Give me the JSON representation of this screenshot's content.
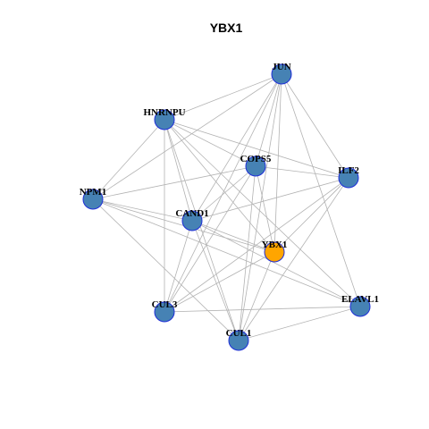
{
  "title": "YBX1",
  "colors": {
    "default_node_fill": "#4682b4",
    "focus_node_fill": "#ffa500",
    "node_border": "#1f2fd8",
    "edge": "#b3b3b3"
  },
  "nodes": [
    {
      "id": "JUN",
      "label": "JUN",
      "focus": false
    },
    {
      "id": "HNRNPU",
      "label": "HNRNPU",
      "focus": false
    },
    {
      "id": "COPS5",
      "label": "COPS5",
      "focus": false
    },
    {
      "id": "ILF2",
      "label": "ILF2",
      "focus": false
    },
    {
      "id": "NPM1",
      "label": "NPM1",
      "focus": false
    },
    {
      "id": "CAND1",
      "label": "CAND1",
      "focus": false
    },
    {
      "id": "YBX1",
      "label": "YBX1",
      "focus": true
    },
    {
      "id": "ELAVL1",
      "label": "ELAVL1",
      "focus": false
    },
    {
      "id": "CUL3",
      "label": "CUL3",
      "focus": false
    },
    {
      "id": "CUL1",
      "label": "CUL1",
      "focus": false
    }
  ],
  "edges": [
    [
      "JUN",
      "HNRNPU"
    ],
    [
      "JUN",
      "COPS5"
    ],
    [
      "JUN",
      "ILF2"
    ],
    [
      "JUN",
      "NPM1"
    ],
    [
      "JUN",
      "CAND1"
    ],
    [
      "JUN",
      "YBX1"
    ],
    [
      "JUN",
      "ELAVL1"
    ],
    [
      "JUN",
      "CUL3"
    ],
    [
      "JUN",
      "CUL1"
    ],
    [
      "HNRNPU",
      "COPS5"
    ],
    [
      "HNRNPU",
      "ILF2"
    ],
    [
      "HNRNPU",
      "NPM1"
    ],
    [
      "HNRNPU",
      "CAND1"
    ],
    [
      "HNRNPU",
      "YBX1"
    ],
    [
      "HNRNPU",
      "ELAVL1"
    ],
    [
      "HNRNPU",
      "CUL3"
    ],
    [
      "HNRNPU",
      "CUL1"
    ],
    [
      "COPS5",
      "ILF2"
    ],
    [
      "COPS5",
      "NPM1"
    ],
    [
      "COPS5",
      "CAND1"
    ],
    [
      "COPS5",
      "YBX1"
    ],
    [
      "COPS5",
      "CUL3"
    ],
    [
      "COPS5",
      "CUL1"
    ],
    [
      "ILF2",
      "CAND1"
    ],
    [
      "ILF2",
      "YBX1"
    ],
    [
      "ILF2",
      "CUL3"
    ],
    [
      "ILF2",
      "CUL1"
    ],
    [
      "NPM1",
      "CAND1"
    ],
    [
      "NPM1",
      "YBX1"
    ],
    [
      "NPM1",
      "CUL1"
    ],
    [
      "NPM1",
      "ELAVL1"
    ],
    [
      "CAND1",
      "YBX1"
    ],
    [
      "CAND1",
      "ELAVL1"
    ],
    [
      "CAND1",
      "CUL3"
    ],
    [
      "CAND1",
      "CUL1"
    ],
    [
      "YBX1",
      "CUL3"
    ],
    [
      "YBX1",
      "CUL1"
    ],
    [
      "ELAVL1",
      "CUL3"
    ],
    [
      "ELAVL1",
      "CUL1"
    ]
  ]
}
